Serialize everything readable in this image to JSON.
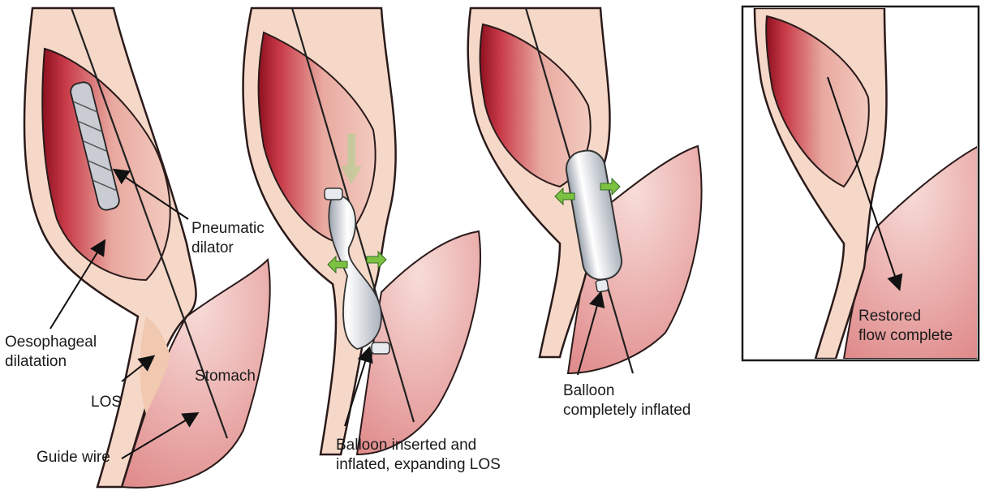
{
  "panels": [
    {
      "labels": {
        "pneumatic_dilator": "Pneumatic\ndilator",
        "oesophageal_dilatation": "Oesophageal\ndilatation",
        "los": "LOS",
        "stomach": "Stomach",
        "guide_wire": "Guide wire"
      }
    },
    {
      "caption": "Balloon inserted and\ninflated, expanding LOS"
    },
    {
      "caption": "Balloon\ncompletely inflated"
    },
    {
      "caption": "Restored\nflow complete"
    }
  ],
  "colors": {
    "tissue_light": "#f6d8c8",
    "tissue_dark": "#b21e2f",
    "lumen": "#e3a49c",
    "stomach": "#f3c3c0",
    "outline": "#2a1a1a",
    "balloon": "#dfe3ea",
    "arrow_green": "#7cc142"
  }
}
